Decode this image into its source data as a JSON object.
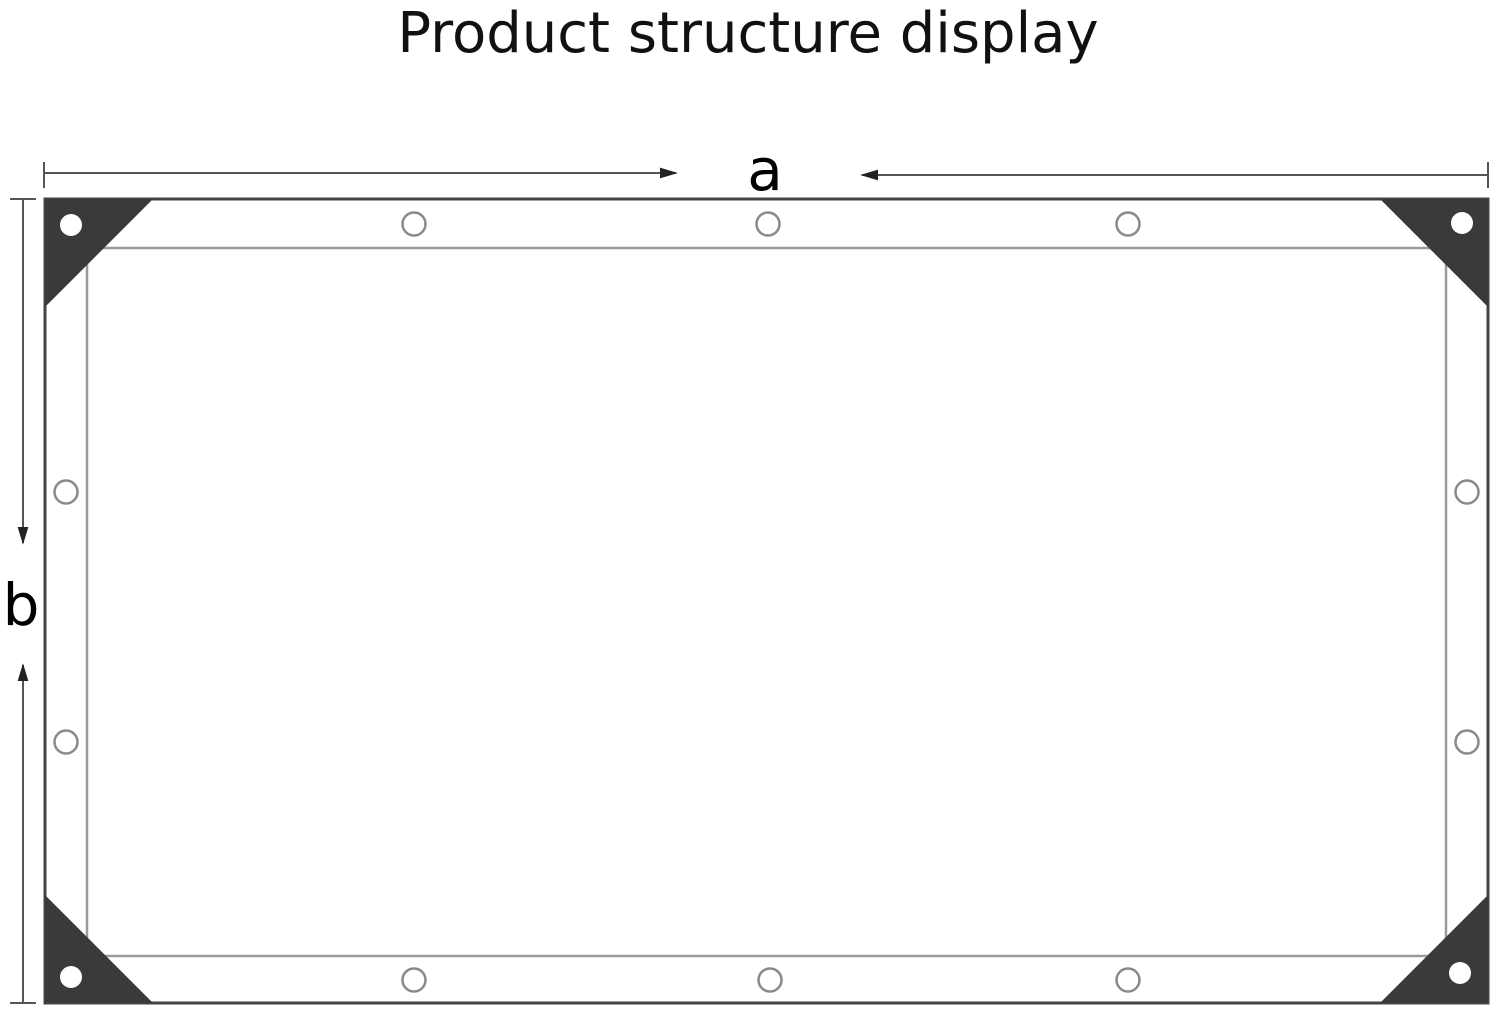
{
  "title": "Product structure display",
  "dimensions": {
    "width_label": "a",
    "height_label": "b"
  },
  "colors": {
    "corner": "#3a3a3a",
    "line": "#555555",
    "hem": "#9a9a9a",
    "grommet": "#8a8a8a",
    "text": "#000000"
  }
}
